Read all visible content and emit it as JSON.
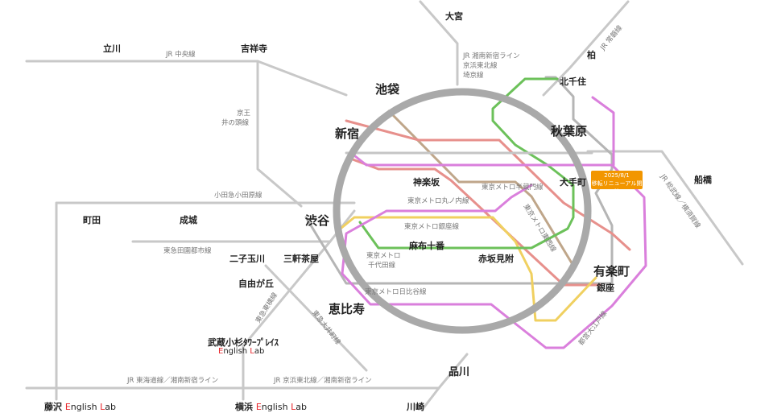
{
  "colors": {
    "yamanote": "#a9a9a9",
    "jr_lines": "#c8c8c8",
    "marunouchi": "#e7908c",
    "hanzomon": "#bfa68a",
    "ginza": "#f0d060",
    "chiyoda": "#6cc15a",
    "hibiya": "#b5b5b5",
    "oedo": "#da7fdc",
    "badge": "#f29600",
    "english_lab_e": "#e8262b"
  },
  "stations": {
    "omiya": "大宮",
    "kashiwa": "柏",
    "tachikawa": "立川",
    "kichijoji": "吉祥寺",
    "ikebukuro": "池袋",
    "kitasenju": "北千住",
    "shinjuku": "新宿",
    "akihabara": "秋葉原",
    "funabashi": "船橋",
    "kagurazaka": "神楽坂",
    "otemachi": "大手町",
    "machida": "町田",
    "seijo": "成城",
    "shibuya": "渋谷",
    "azabujuban": "麻布十番",
    "futakotamagawa": "二子玉川",
    "sangenjaya": "三軒茶屋",
    "akasakamitsuke": "赤坂見附",
    "yurakucho": "有楽町",
    "jiyugaoka": "自由が丘",
    "ginza": "銀座",
    "ebisu": "恵比寿",
    "musashikosugi": "武蔵小杉ﾀﾜｰﾌﾟﾚｲｽ",
    "shinagawa": "品川",
    "fujisawa": "藤沢",
    "yokohama": "横浜",
    "kawasaki": "川崎"
  },
  "english_lab": {
    "e": "E",
    "nglish": "nglish ",
    "l": "L",
    "ab": "ab"
  },
  "lines": {
    "jr_chuo": "JR 中央線",
    "jr_shonan_1": "JR 湘南新宿ライン",
    "jr_shonan_2": "京浜東北線",
    "jr_shonan_3": "埼京線",
    "jr_joban": "JR 常磐線",
    "keio_1": "京王",
    "keio_2": "井の頭線",
    "odakyu": "小田急小田原線",
    "jr_sobu": "JR 総武線／横須賀線",
    "hanzomon": "東京メトロ半蔵門線",
    "marunouchi": "東京メトロ丸ノ内線",
    "tozai": "東京メトロ東西線",
    "ginza": "東京メトロ銀座線",
    "denentoshi": "東急田園都市線",
    "chiyoda_1": "東京メトロ",
    "chiyoda_2": "千代田線",
    "hibiya": "東京メトロ日比谷線",
    "toyoko": "東急東横線",
    "oimachi": "東急大井町線",
    "oedo": "都営大江戸線",
    "tokaido": "JR 東海道線／湘南新宿ライン",
    "keihin": "JR 京浜東北線／湘南新宿ライン"
  },
  "badge": {
    "line1": "2025/8/1",
    "line2": "移転リニューアル開校"
  }
}
